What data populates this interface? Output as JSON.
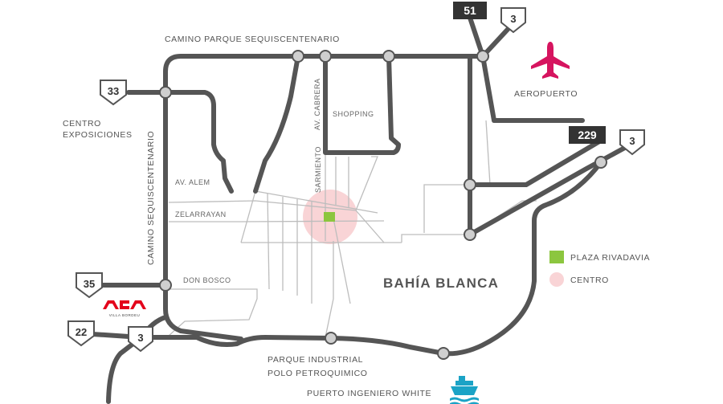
{
  "map": {
    "city_label": "BAHÍA BLANCA",
    "roads": {
      "camino_parque_sesquicentenario_top": "CAMINO PARQUE SEQUISCENTENARIO",
      "camino_sesquicentenario_vertical": "CAMINO SEQUISCENTENARIO",
      "av_cabrera": "AV. CABRERA",
      "sarmiento": "SARMIENTO",
      "av_alem": "AV. ALEM",
      "zelarrayan": "ZELARRAYAN",
      "don_bosco": "DON BOSCO"
    },
    "places": {
      "shopping": "SHOPPING",
      "aeropuerto": "AEROPUERTO",
      "centro_exposiciones_line1": "CENTRO",
      "centro_exposiciones_line2": "EXPOSICIONES",
      "parque_industrial_line1": "PARQUE INDUSTRIAL",
      "parque_industrial_line2": "POLO PETROQUIMICO",
      "puerto": "PUERTO INGENIERO WHITE"
    },
    "route_shields": {
      "r51": "51",
      "r3_top": "3",
      "r229": "229",
      "r3_right": "3",
      "r33": "33",
      "r35": "35",
      "r22": "22",
      "r3_bottom": "3"
    },
    "legend": {
      "plaza": "PLAZA RIVADAVIA",
      "centro": "CENTRO"
    },
    "logo_text": "VILLA BORDEU",
    "colors": {
      "road": "#555555",
      "plaza": "#8cc63f",
      "centro": "#f9d4d6",
      "airport": "#d6145f",
      "port": "#1ba3c6",
      "logo": "#e3001b"
    },
    "icons": [
      "airplane-icon",
      "ship-icon",
      "aca-logo"
    ]
  }
}
